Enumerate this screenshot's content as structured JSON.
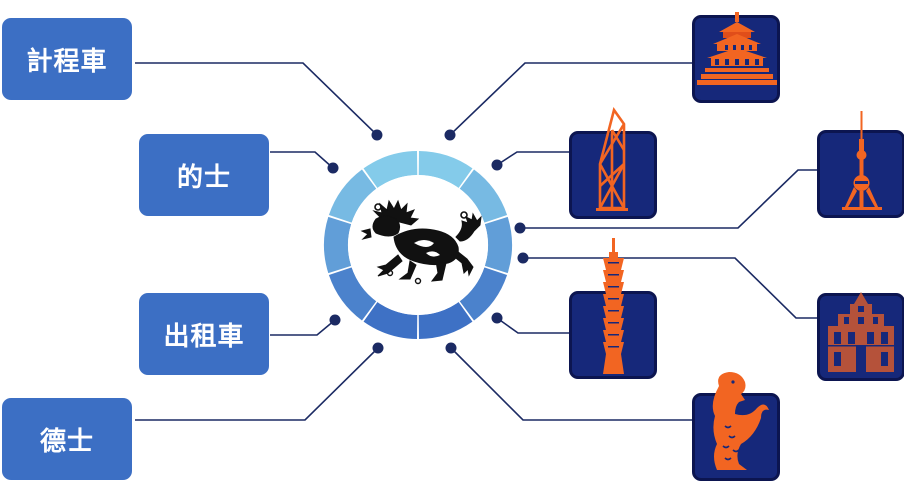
{
  "labels": {
    "taxi_1": "計程車",
    "taxi_2": "的士",
    "taxi_3": "出租車",
    "taxi_4": "德士"
  },
  "icons": {
    "center": "qilin-icon",
    "temple": "temple-of-heaven-icon",
    "bank_tower": "bank-of-china-tower-icon",
    "tv_tower": "oriental-pearl-tower-icon",
    "taipei_101": "taipei-101-icon",
    "ruins": "ruins-of-st-paul-icon",
    "merlion": "merlion-icon"
  },
  "colors": {
    "label_bg": "#3C6FC4",
    "tile_bg": "#16287A",
    "tile_border": "#0C1550",
    "landmark": "#F26522",
    "connector": "#1B2A63",
    "ring_light": "#86CDEB",
    "ring_dark": "#3C6FC4"
  }
}
